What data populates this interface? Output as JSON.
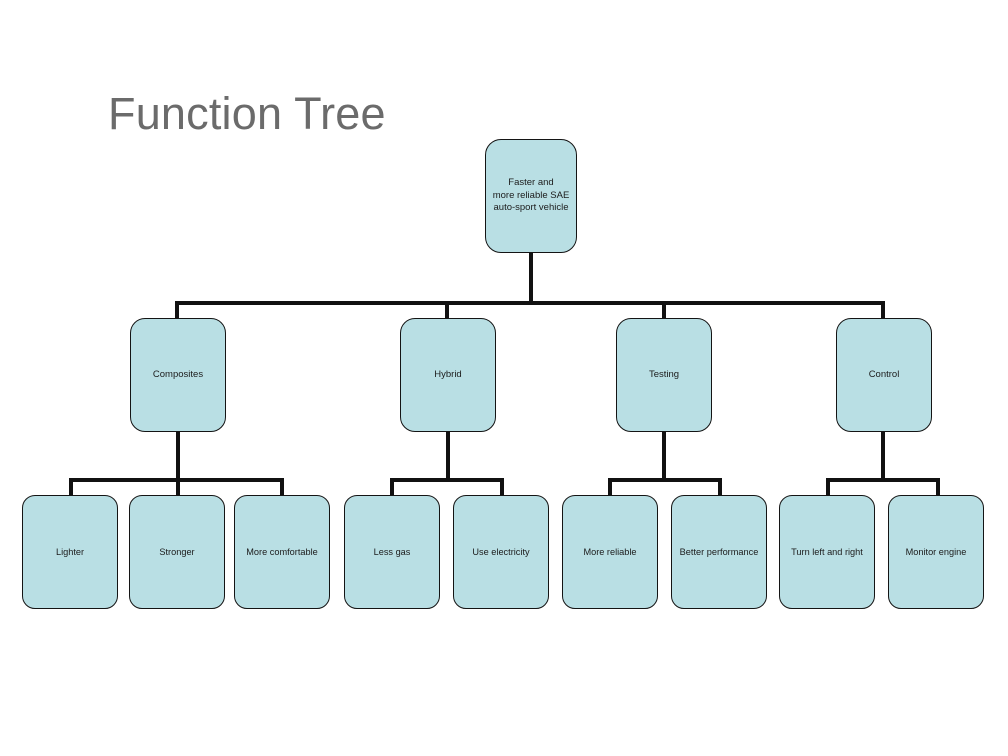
{
  "slide": {
    "title": "Function Tree",
    "background_color": "#ffffff",
    "title_color": "#6b6b6b"
  },
  "theme": {
    "node_fill": "#b9dfe4",
    "node_border": "#141414",
    "connector_color": "#111111",
    "node_text_color": "#1c1c1c"
  },
  "chart_data": {
    "type": "diagram",
    "diagram_type": "tree",
    "title": "Function Tree",
    "orientation": "top-down",
    "levels": 3,
    "root": {
      "id": "root",
      "label": "Faster and\nmore reliable SAE\nauto-sport vehicle"
    },
    "level2": [
      {
        "id": "composites",
        "label": "Composites"
      },
      {
        "id": "hybrid",
        "label": "Hybrid"
      },
      {
        "id": "testing",
        "label": "Testing"
      },
      {
        "id": "control",
        "label": "Control"
      }
    ],
    "leaves": [
      {
        "id": "lighter",
        "parent": "composites",
        "label": "Lighter"
      },
      {
        "id": "stronger",
        "parent": "composites",
        "label": "Stronger"
      },
      {
        "id": "more-comfortable",
        "parent": "composites",
        "label": "More comfortable"
      },
      {
        "id": "less-gas",
        "parent": "hybrid",
        "label": "Less gas"
      },
      {
        "id": "use-electricity",
        "parent": "hybrid",
        "label": "Use electricity"
      },
      {
        "id": "more-reliable",
        "parent": "testing",
        "label": "More reliable"
      },
      {
        "id": "better-performance",
        "parent": "testing",
        "label": "Better performance"
      },
      {
        "id": "turn-left-and-right",
        "parent": "control",
        "label": "Turn left and right"
      },
      {
        "id": "monitor-engine",
        "parent": "control",
        "label": "Monitor engine"
      }
    ]
  },
  "nodes": {
    "root": {
      "label": "Faster and\nmore reliable SAE\nauto-sport vehicle"
    },
    "composites": {
      "label": "Composites"
    },
    "hybrid": {
      "label": "Hybrid"
    },
    "testing": {
      "label": "Testing"
    },
    "control": {
      "label": "Control"
    },
    "lighter": {
      "label": "Lighter"
    },
    "stronger": {
      "label": "Stronger"
    },
    "more_comfortable": {
      "label": "More comfortable"
    },
    "less_gas": {
      "label": "Less gas"
    },
    "use_electricity": {
      "label": "Use electricity"
    },
    "more_reliable": {
      "label": "More reliable"
    },
    "better_performance": {
      "label": "Better performance"
    },
    "turn_left_and_right": {
      "label": "Turn left and right"
    },
    "monitor_engine": {
      "label": "Monitor engine"
    }
  }
}
